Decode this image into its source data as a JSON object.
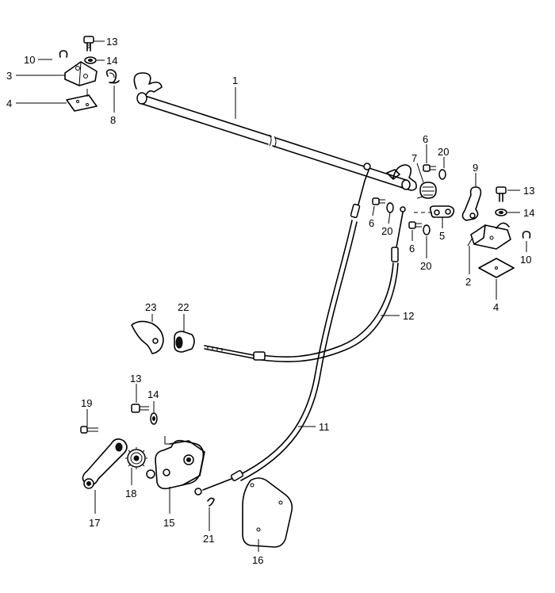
{
  "callouts": {
    "c1": "1",
    "c2": "2",
    "c3": "3",
    "c4a": "4",
    "c4b": "4",
    "c5": "5",
    "c6a": "6",
    "c6b": "6",
    "c6c": "6",
    "c7": "7",
    "c8": "8",
    "c9": "9",
    "c10a": "10",
    "c10b": "10",
    "c11": "11",
    "c12": "12",
    "c13a": "13",
    "c13b": "13",
    "c13c": "13",
    "c14a": "14",
    "c14b": "14",
    "c14c": "14",
    "c15": "15",
    "c16": "16",
    "c17": "17",
    "c18": "18",
    "c19": "19",
    "c20a": "20",
    "c20b": "20",
    "c20c": "20",
    "c21": "21",
    "c22": "22",
    "c23": "23"
  }
}
